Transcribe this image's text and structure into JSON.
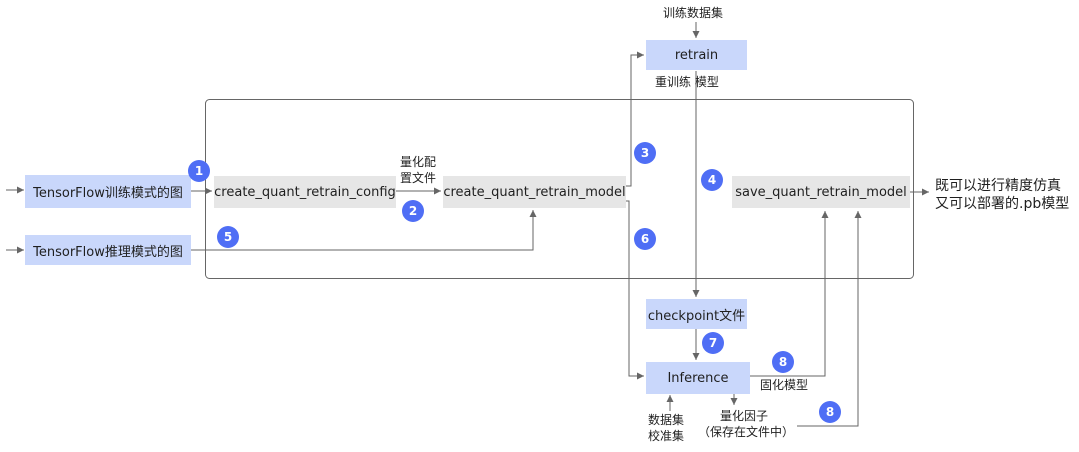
{
  "boxes": {
    "tf_train_graph": "TensorFlow训练模式的图",
    "tf_infer_graph": "TensorFlow推理模式的图",
    "create_config": "create_quant_retrain_config",
    "create_model": "create_quant_retrain_model",
    "save_model": "save_quant_retrain_model",
    "retrain": "retrain",
    "checkpoint": "checkpoint文件",
    "inference": "Inference"
  },
  "labels": {
    "train_dataset": "训练数据集",
    "retrain_model": "重训练 模型",
    "quant_config_line1": "量化配",
    "quant_config_line2": "置文件",
    "output_line1": "既可以进行精度仿真",
    "output_line2": "又可以部署的.pb模型",
    "freeze_model": "固化模型",
    "dataset_line1": "数据集",
    "dataset_line2": "校准集",
    "quant_factor_line1": "量化因子",
    "quant_factor_line2": "（保存在文件中）"
  },
  "steps": [
    "1",
    "2",
    "3",
    "4",
    "5",
    "6",
    "7",
    "8",
    "8"
  ],
  "colors": {
    "badge": "#4f6ef5",
    "blue_box": "#c9d7fb",
    "gray_box": "#e6e6e6",
    "line": "#666666"
  }
}
